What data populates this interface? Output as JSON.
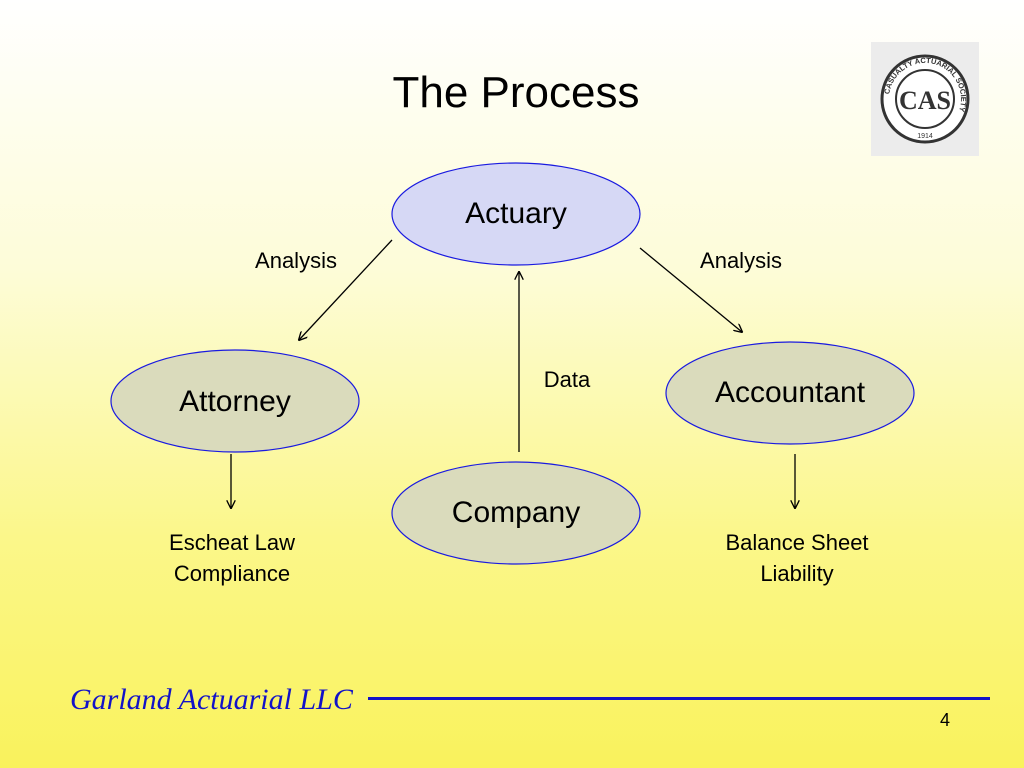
{
  "slide": {
    "title": "The Process",
    "page_number": "4"
  },
  "logo": {
    "name": "cas-seal-icon",
    "ring_text": "CASUALTY ACTUARIAL SOCIETY",
    "monogram": "CAS",
    "year": "1914"
  },
  "diagram": {
    "nodes": {
      "actuary": "Actuary",
      "attorney": "Attorney",
      "accountant": "Accountant",
      "company": "Company"
    },
    "edges": {
      "actuary_attorney": "Analysis",
      "actuary_accountant": "Analysis",
      "company_actuary": "Data"
    },
    "outcomes": {
      "attorney_line1": "Escheat Law",
      "attorney_line2": "Compliance",
      "accountant_line1": "Balance Sheet",
      "accountant_line2": "Liability"
    }
  },
  "footer": {
    "company": "Garland Actuarial LLC"
  },
  "colors": {
    "actuary_fill": "#d6d8f5",
    "node_fill": "#dadbbc",
    "node_stroke": "#1a1ae0",
    "footer_blue": "#1212c8"
  }
}
